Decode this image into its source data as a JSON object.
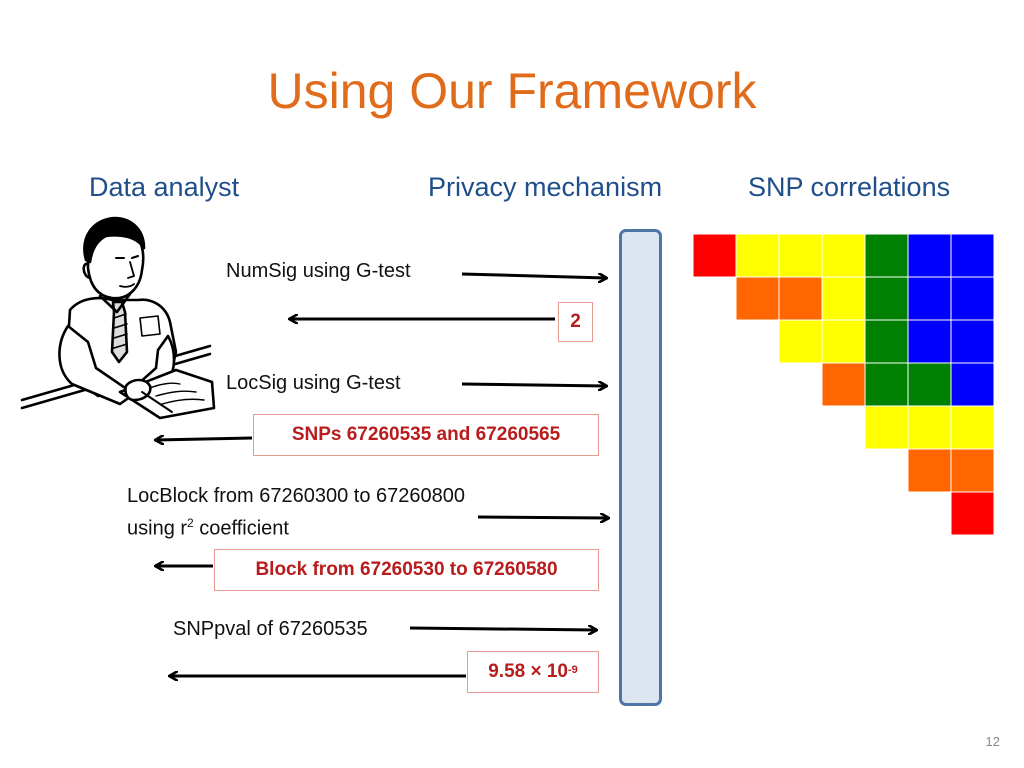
{
  "title": "Using Our Framework",
  "columns": {
    "analyst": "Data analyst",
    "mechanism": "Privacy mechanism",
    "snp": "SNP correlations"
  },
  "queries": [
    {
      "request": "NumSig using G-test",
      "response": "2"
    },
    {
      "request": "LocSig using G-test",
      "response": "SNPs 67260535 and 67260565"
    },
    {
      "request_line1": "LocBlock from 67260300 to 67260800",
      "request_line2_prefix": "using r",
      "request_line2_sup": "2",
      "request_line2_suffix": " coefficient",
      "response": "Block from 67260530 to 67260580"
    },
    {
      "request": "SNPpval of 67260535",
      "response_base": "9.58 × 10",
      "response_exp": "-9"
    }
  ],
  "snp_matrix": {
    "colors": {
      "R": "#ff0000",
      "O": "#ff6600",
      "Y": "#ffff00",
      "G": "#008000",
      "B": "#0000ff"
    },
    "rows": [
      [
        "R",
        "Y",
        "Y",
        "Y",
        "G",
        "B",
        "B"
      ],
      [
        "O",
        "O",
        "Y",
        "G",
        "B",
        "B"
      ],
      [
        "Y",
        "Y",
        "G",
        "B",
        "B"
      ],
      [
        "O",
        "G",
        "G",
        "B"
      ],
      [
        "Y",
        "Y",
        "Y"
      ],
      [
        "O",
        "O"
      ],
      [
        "R"
      ]
    ]
  },
  "page_number": "12"
}
